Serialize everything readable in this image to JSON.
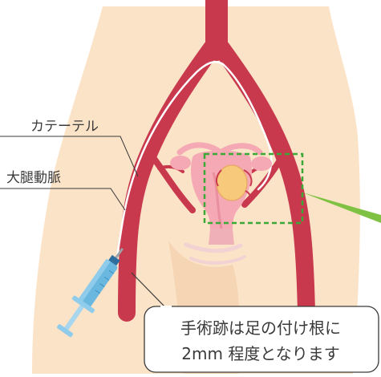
{
  "labels": {
    "catheter": "カテーテル",
    "femoral_artery": "大腿動脈"
  },
  "note": {
    "line1": "手術跡は足の付け根に",
    "line2": "2mm 程度となります"
  },
  "colors": {
    "skin": "#fbe3c8",
    "artery": "#c9394e",
    "uterus": "#f4a9b4",
    "tumor": "#f7c97a",
    "highlight": "#3aa935",
    "syringe": "#6ab8e0",
    "background": "#ffffff"
  }
}
